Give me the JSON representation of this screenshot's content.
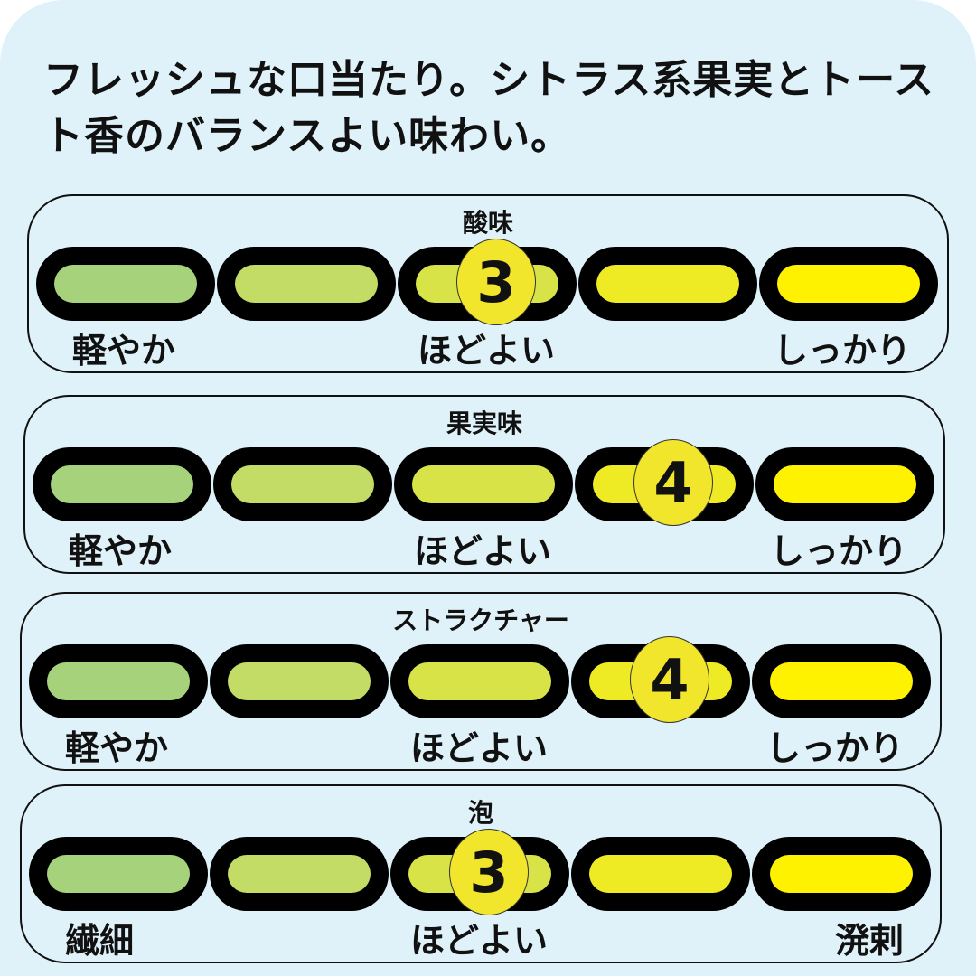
{
  "headline": "フレッシュな口当たり。シトラス系果実とトースト香のバランスよい味わい。",
  "segment_colors": [
    "#a6d27c",
    "#c2dc66",
    "#d7e346",
    "#eeeb24",
    "#fff200"
  ],
  "scale_max": 5,
  "panels": [
    {
      "title": "酸味",
      "value": 3,
      "labels": [
        "軽やか",
        "ほどよい",
        "しっかり"
      ]
    },
    {
      "title": "果実味",
      "value": 4,
      "labels": [
        "軽やか",
        "ほどよい",
        "しっかり"
      ]
    },
    {
      "title": "ストラクチャー",
      "value": 4,
      "labels": [
        "軽やか",
        "ほどよい",
        "しっかり"
      ]
    },
    {
      "title": "泡",
      "value": 3,
      "labels": [
        "繊細",
        "ほどよい",
        "溌剌"
      ]
    }
  ]
}
